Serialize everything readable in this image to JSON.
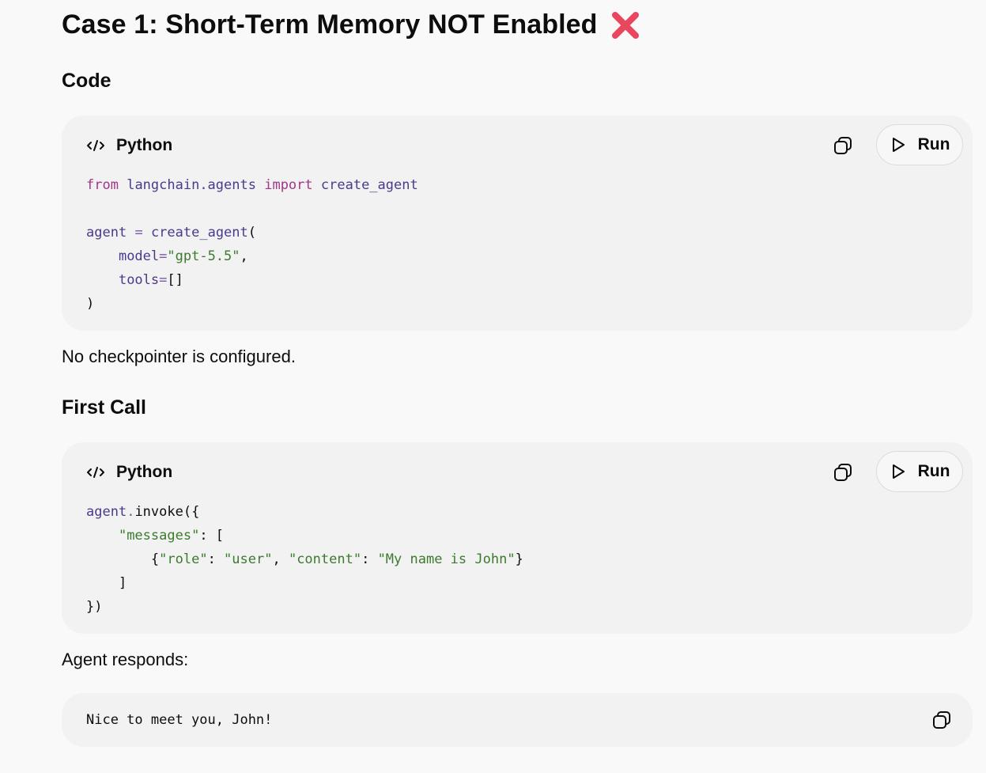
{
  "title": "Case 1: Short-Term Memory NOT Enabled",
  "title_emoji": "x-mark-icon",
  "sections": {
    "code_heading": "Code",
    "first_call_heading": "First Call"
  },
  "block1": {
    "language": "Python",
    "run_label": "Run",
    "line1": {
      "kw1": "from",
      "mod": "langchain.agents",
      "kw2": "import",
      "fn": "create_agent"
    },
    "line2": {
      "var": "agent",
      "eq": "=",
      "fn": "create_agent",
      "paren": "("
    },
    "line3": {
      "param": "model",
      "eq": "=",
      "val": "\"gpt-5.5\"",
      "comma": ","
    },
    "line4": {
      "param": "tools",
      "eq": "=",
      "val": "[]"
    },
    "line5": ")"
  },
  "note_after_block1": "No checkpointer is configured.",
  "block2": {
    "language": "Python",
    "run_label": "Run",
    "line1": {
      "obj": "agent",
      "dot": ".",
      "method": "invoke({"
    },
    "line2": {
      "key": "\"messages\"",
      "rest": ": ["
    },
    "line3": {
      "open": "{",
      "k1": "\"role\"",
      "sep1": ": ",
      "v1": "\"user\"",
      "comma": ", ",
      "k2": "\"content\"",
      "sep2": ": ",
      "v2": "\"My name is John\"",
      "close": "}"
    },
    "line4": "]",
    "line5": "})"
  },
  "agent_responds_label": "Agent responds:",
  "response_block": {
    "text": "Nice to meet you, John!"
  },
  "colors": {
    "background": "#f9f9f9",
    "code_bg": "#f2f2f2",
    "keyword": "#a0368a",
    "name": "#4b3a8c",
    "string": "#3c7a2e",
    "x_mark": "#e8475f"
  }
}
